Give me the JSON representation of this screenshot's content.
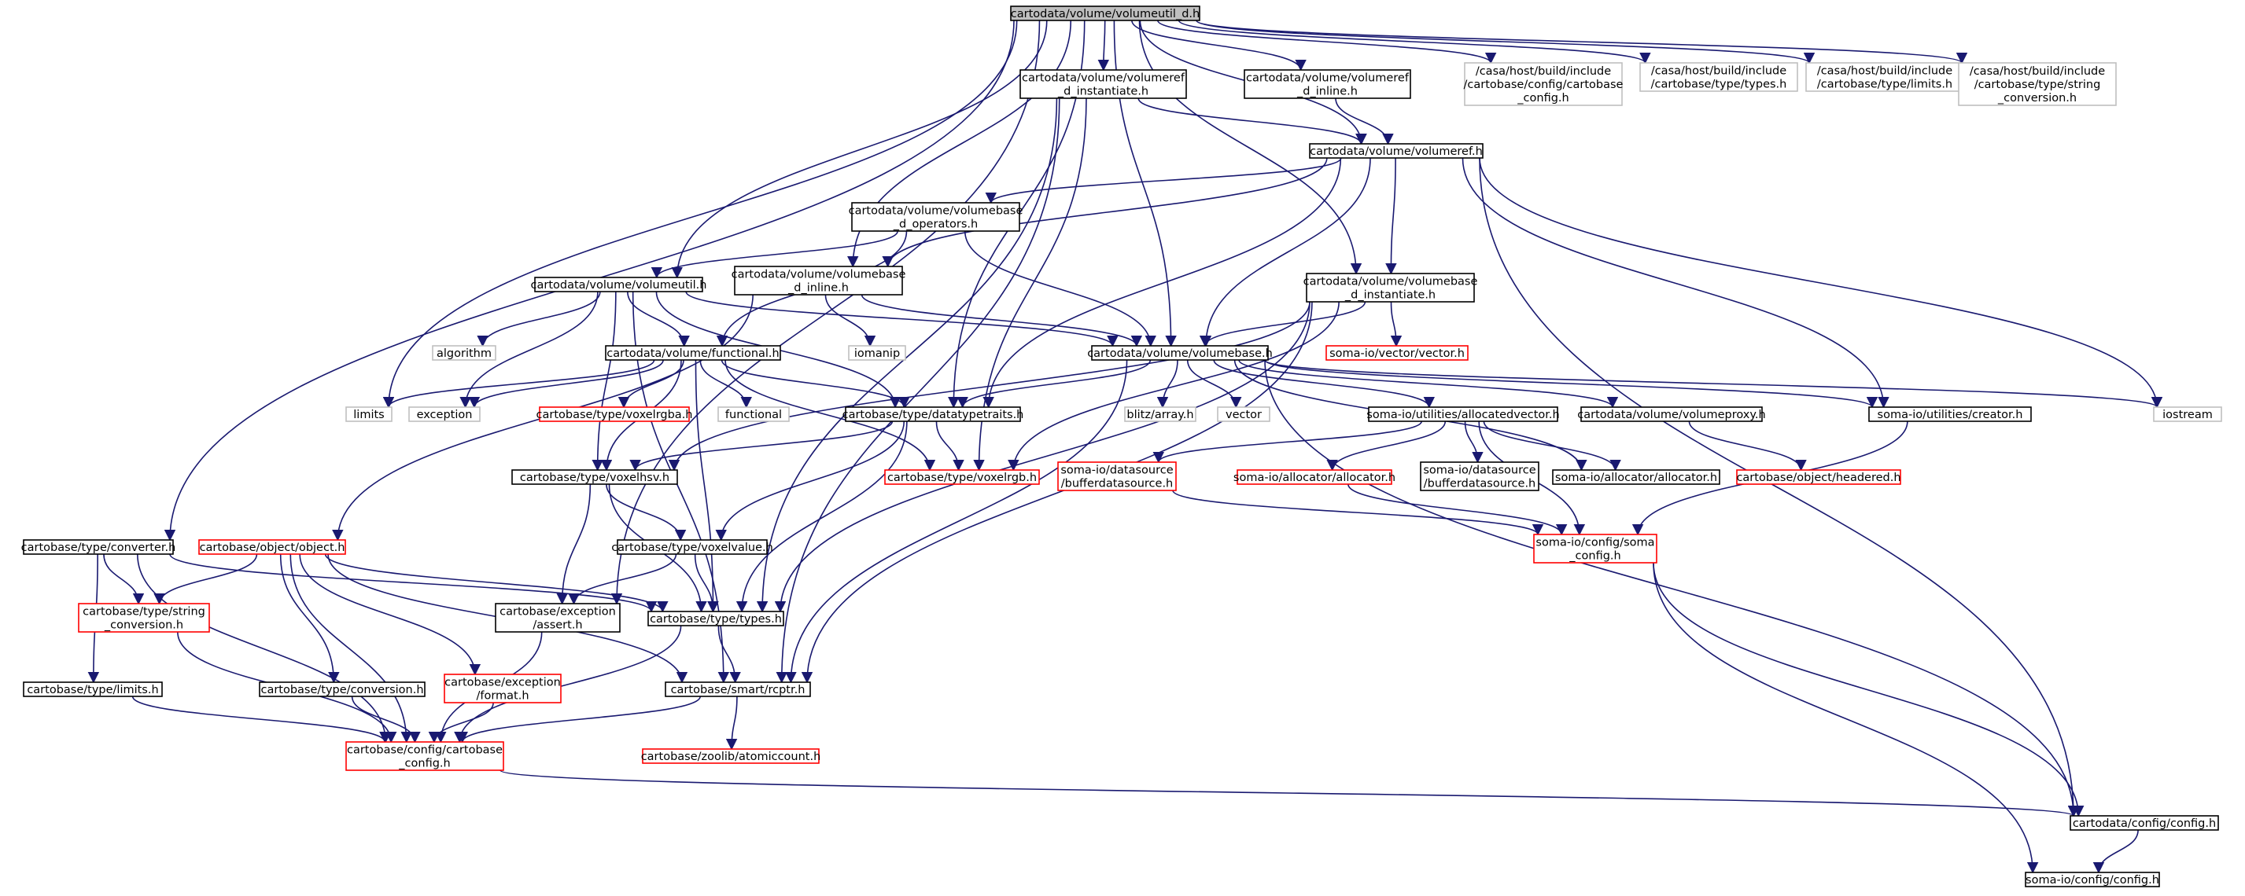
{
  "colors": {
    "edge": "#191970",
    "root_fill": "#bfbfbf",
    "normal_stroke": "#000000",
    "red_stroke": "#ff0000",
    "gray_stroke": "#bfbfbf"
  },
  "nodes": {
    "volumeutil_d": {
      "lines": [
        "cartodata/volume/volumeutil_d.h"
      ],
      "kind": "root"
    },
    "volumeref_d_inst": {
      "lines": [
        "cartodata/volume/volumeref",
        "_d_instantiate.h"
      ],
      "kind": "normal"
    },
    "volumeref_d_inline": {
      "lines": [
        "cartodata/volume/volumeref",
        "_d_inline.h"
      ],
      "kind": "normal"
    },
    "casa_cartobase_config": {
      "lines": [
        "/casa/host/build/include",
        "/cartobase/config/cartobase",
        "_config.h"
      ],
      "kind": "gray"
    },
    "casa_types": {
      "lines": [
        "/casa/host/build/include",
        "/cartobase/type/types.h"
      ],
      "kind": "gray"
    },
    "casa_limits": {
      "lines": [
        "/casa/host/build/include",
        "/cartobase/type/limits.h"
      ],
      "kind": "gray"
    },
    "casa_string_conv": {
      "lines": [
        "/casa/host/build/include",
        "/cartobase/type/string",
        "_conversion.h"
      ],
      "kind": "gray"
    },
    "volumeref": {
      "lines": [
        "cartodata/volume/volumeref.h"
      ],
      "kind": "normal"
    },
    "volumebase_d_ops": {
      "lines": [
        "cartodata/volume/volumebase",
        "_d_operators.h"
      ],
      "kind": "normal"
    },
    "volumeutil": {
      "lines": [
        "cartodata/volume/volumeutil.h"
      ],
      "kind": "normal"
    },
    "volumebase_d_inline": {
      "lines": [
        "cartodata/volume/volumebase",
        "_d_inline.h"
      ],
      "kind": "normal"
    },
    "volumebase_d_inst": {
      "lines": [
        "cartodata/volume/volumebase",
        "_d_instantiate.h"
      ],
      "kind": "normal"
    },
    "algorithm": {
      "lines": [
        "algorithm"
      ],
      "kind": "gray"
    },
    "functional_h": {
      "lines": [
        "cartodata/volume/functional.h"
      ],
      "kind": "normal"
    },
    "iomanip": {
      "lines": [
        "iomanip"
      ],
      "kind": "gray"
    },
    "volumebase": {
      "lines": [
        "cartodata/volume/volumebase.h"
      ],
      "kind": "normal"
    },
    "vector_h": {
      "lines": [
        "soma-io/vector/vector.h"
      ],
      "kind": "red"
    },
    "limits": {
      "lines": [
        "limits"
      ],
      "kind": "gray"
    },
    "exception": {
      "lines": [
        "exception"
      ],
      "kind": "gray"
    },
    "voxelrgba": {
      "lines": [
        "cartobase/type/voxelrgba.h"
      ],
      "kind": "red"
    },
    "functional": {
      "lines": [
        "functional"
      ],
      "kind": "gray"
    },
    "datatypetraits": {
      "lines": [
        "cartobase/type/datatypetraits.h"
      ],
      "kind": "normal"
    },
    "blitz": {
      "lines": [
        "blitz/array.h"
      ],
      "kind": "gray"
    },
    "vector": {
      "lines": [
        "vector"
      ],
      "kind": "gray"
    },
    "allocatedvector": {
      "lines": [
        "soma-io/utilities/allocatedvector.h"
      ],
      "kind": "normal"
    },
    "volumeproxy": {
      "lines": [
        "cartodata/volume/volumeproxy.h"
      ],
      "kind": "normal"
    },
    "creator": {
      "lines": [
        "soma-io/utilities/creator.h"
      ],
      "kind": "normal"
    },
    "iostream": {
      "lines": [
        "iostream"
      ],
      "kind": "gray"
    },
    "voxelhsv": {
      "lines": [
        "cartobase/type/voxelhsv.h"
      ],
      "kind": "normal"
    },
    "voxelrgb": {
      "lines": [
        "cartobase/type/voxelrgb.h"
      ],
      "kind": "red"
    },
    "bufferdatasource_red": {
      "lines": [
        "soma-io/datasource",
        "/bufferdatasource.h"
      ],
      "kind": "red"
    },
    "allocator_red": {
      "lines": [
        "soma-io/allocator/allocator.h"
      ],
      "kind": "red"
    },
    "bufferdatasource": {
      "lines": [
        "soma-io/datasource",
        "/bufferdatasource.h"
      ],
      "kind": "normal"
    },
    "allocator": {
      "lines": [
        "soma-io/allocator/allocator.h"
      ],
      "kind": "normal"
    },
    "headered": {
      "lines": [
        "cartobase/object/headered.h"
      ],
      "kind": "red"
    },
    "converter": {
      "lines": [
        "cartobase/type/converter.h"
      ],
      "kind": "normal"
    },
    "object": {
      "lines": [
        "cartobase/object/object.h"
      ],
      "kind": "red"
    },
    "voxelvalue": {
      "lines": [
        "cartobase/type/voxelvalue.h"
      ],
      "kind": "normal"
    },
    "soma_config": {
      "lines": [
        "soma-io/config/soma",
        "_config.h"
      ],
      "kind": "red"
    },
    "string_conv": {
      "lines": [
        "cartobase/type/string",
        "_conversion.h"
      ],
      "kind": "red"
    },
    "assert": {
      "lines": [
        "cartobase/exception",
        "/assert.h"
      ],
      "kind": "normal"
    },
    "types": {
      "lines": [
        "cartobase/type/types.h"
      ],
      "kind": "normal"
    },
    "limits_h": {
      "lines": [
        "cartobase/type/limits.h"
      ],
      "kind": "normal"
    },
    "conversion": {
      "lines": [
        "cartobase/type/conversion.h"
      ],
      "kind": "normal"
    },
    "format": {
      "lines": [
        "cartobase/exception",
        "/format.h"
      ],
      "kind": "red"
    },
    "rcptr": {
      "lines": [
        "cartobase/smart/rcptr.h"
      ],
      "kind": "normal"
    },
    "cartobase_config": {
      "lines": [
        "cartobase/config/cartobase",
        "_config.h"
      ],
      "kind": "red"
    },
    "atomiccount": {
      "lines": [
        "cartobase/zoolib/atomiccount.h"
      ],
      "kind": "red"
    },
    "cd_config": {
      "lines": [
        "cartodata/config/config.h"
      ],
      "kind": "normal"
    },
    "soma_io_config": {
      "lines": [
        "soma-io/config/config.h"
      ],
      "kind": "normal"
    }
  },
  "edges": [
    [
      "volumeutil_d",
      "volumeref_d_inst"
    ],
    [
      "volumeutil_d",
      "volumeref_d_inline"
    ],
    [
      "volumeutil_d",
      "casa_cartobase_config"
    ],
    [
      "volumeutil_d",
      "casa_types"
    ],
    [
      "volumeutil_d",
      "casa_limits"
    ],
    [
      "volumeutil_d",
      "casa_string_conv"
    ],
    [
      "volumeutil_d",
      "volumeref"
    ],
    [
      "volumeutil_d",
      "volumebase_d_inline"
    ],
    [
      "volumeutil_d",
      "volumeutil"
    ],
    [
      "volumeutil_d",
      "volumebase_d_inst"
    ],
    [
      "volumeutil_d",
      "volumebase"
    ],
    [
      "volumeutil_d",
      "limits"
    ],
    [
      "volumeutil_d",
      "datatypetraits"
    ],
    [
      "volumeutil_d",
      "assert"
    ],
    [
      "volumeutil_d",
      "converter"
    ],
    [
      "volumeref_d_inst",
      "volumeref"
    ],
    [
      "volumeref_d_inst",
      "voxelrgb"
    ],
    [
      "volumeref_d_inst",
      "types"
    ],
    [
      "volumeref_d_inst",
      "rcptr"
    ],
    [
      "volumeref_d_inline",
      "volumeref"
    ],
    [
      "volumeref",
      "volumebase_d_ops"
    ],
    [
      "volumeref",
      "volumebase_d_inline"
    ],
    [
      "volumeref",
      "volumebase_d_inst"
    ],
    [
      "volumeref",
      "volumebase"
    ],
    [
      "volumeref",
      "datatypetraits"
    ],
    [
      "volumeref",
      "creator"
    ],
    [
      "volumeref",
      "iostream"
    ],
    [
      "volumeref",
      "cd_config"
    ],
    [
      "volumebase_d_ops",
      "volumeutil"
    ],
    [
      "volumebase_d_ops",
      "functional_h"
    ],
    [
      "volumebase_d_ops",
      "volumebase"
    ],
    [
      "volumeutil",
      "algorithm"
    ],
    [
      "volumeutil",
      "functional_h"
    ],
    [
      "volumeutil",
      "volumebase"
    ],
    [
      "volumeutil",
      "exception"
    ],
    [
      "volumeutil",
      "datatypetraits"
    ],
    [
      "volumeutil",
      "voxelhsv"
    ],
    [
      "volumeutil",
      "rcptr"
    ],
    [
      "volumebase_d_inline",
      "iomanip"
    ],
    [
      "volumebase_d_inline",
      "volumebase"
    ],
    [
      "volumebase_d_inline",
      "object"
    ],
    [
      "volumebase_d_inst",
      "volumebase"
    ],
    [
      "volumebase_d_inst",
      "vector_h"
    ],
    [
      "volumebase_d_inst",
      "voxelrgb"
    ],
    [
      "volumebase_d_inst",
      "voxelhsv"
    ],
    [
      "volumebase_d_inst",
      "types"
    ],
    [
      "volumebase_d_inst",
      "rcptr"
    ],
    [
      "functional_h",
      "limits"
    ],
    [
      "functional_h",
      "exception"
    ],
    [
      "functional_h",
      "voxelrgba"
    ],
    [
      "functional_h",
      "functional"
    ],
    [
      "functional_h",
      "datatypetraits"
    ],
    [
      "functional_h",
      "voxelrgb"
    ],
    [
      "functional_h",
      "voxelhsv"
    ],
    [
      "functional_h",
      "types"
    ],
    [
      "volumebase",
      "datatypetraits"
    ],
    [
      "volumebase",
      "blitz"
    ],
    [
      "volumebase",
      "vector"
    ],
    [
      "volumebase",
      "allocatedvector"
    ],
    [
      "volumebase",
      "volumeproxy"
    ],
    [
      "volumebase",
      "creator"
    ],
    [
      "volumebase",
      "iostream"
    ],
    [
      "volumebase",
      "allocator"
    ],
    [
      "volumebase",
      "rcptr"
    ],
    [
      "volumebase",
      "cd_config"
    ],
    [
      "datatypetraits",
      "voxelrgb"
    ],
    [
      "datatypetraits",
      "voxelhsv"
    ],
    [
      "datatypetraits",
      "voxelvalue"
    ],
    [
      "datatypetraits",
      "types"
    ],
    [
      "allocatedvector",
      "bufferdatasource_red"
    ],
    [
      "allocatedvector",
      "allocator_red"
    ],
    [
      "allocatedvector",
      "bufferdatasource"
    ],
    [
      "allocatedvector",
      "allocator"
    ],
    [
      "allocatedvector",
      "soma_config"
    ],
    [
      "volumeproxy",
      "headered"
    ],
    [
      "creator",
      "soma_config"
    ],
    [
      "voxelhsv",
      "voxelvalue"
    ],
    [
      "voxelhsv",
      "assert"
    ],
    [
      "voxelhsv",
      "types"
    ],
    [
      "bufferdatasource_red",
      "soma_config"
    ],
    [
      "allocator_red",
      "soma_config"
    ],
    [
      "converter",
      "string_conv"
    ],
    [
      "converter",
      "types"
    ],
    [
      "converter",
      "limits_h"
    ],
    [
      "converter",
      "cartobase_config"
    ],
    [
      "object",
      "string_conv"
    ],
    [
      "object",
      "types"
    ],
    [
      "object",
      "conversion"
    ],
    [
      "object",
      "format"
    ],
    [
      "object",
      "rcptr"
    ],
    [
      "object",
      "cartobase_config"
    ],
    [
      "voxelvalue",
      "assert"
    ],
    [
      "voxelvalue",
      "types"
    ],
    [
      "soma_config",
      "cd_config"
    ],
    [
      "soma_config",
      "soma_io_config"
    ],
    [
      "string_conv",
      "cartobase_config"
    ],
    [
      "assert",
      "cartobase_config"
    ],
    [
      "types",
      "rcptr"
    ],
    [
      "types",
      "cartobase_config"
    ],
    [
      "limits_h",
      "cartobase_config"
    ],
    [
      "conversion",
      "cartobase_config"
    ],
    [
      "format",
      "cartobase_config"
    ],
    [
      "rcptr",
      "atomiccount"
    ],
    [
      "rcptr",
      "cartobase_config"
    ],
    [
      "cartobase_config",
      "cd_config"
    ],
    [
      "cd_config",
      "soma_io_config"
    ]
  ]
}
